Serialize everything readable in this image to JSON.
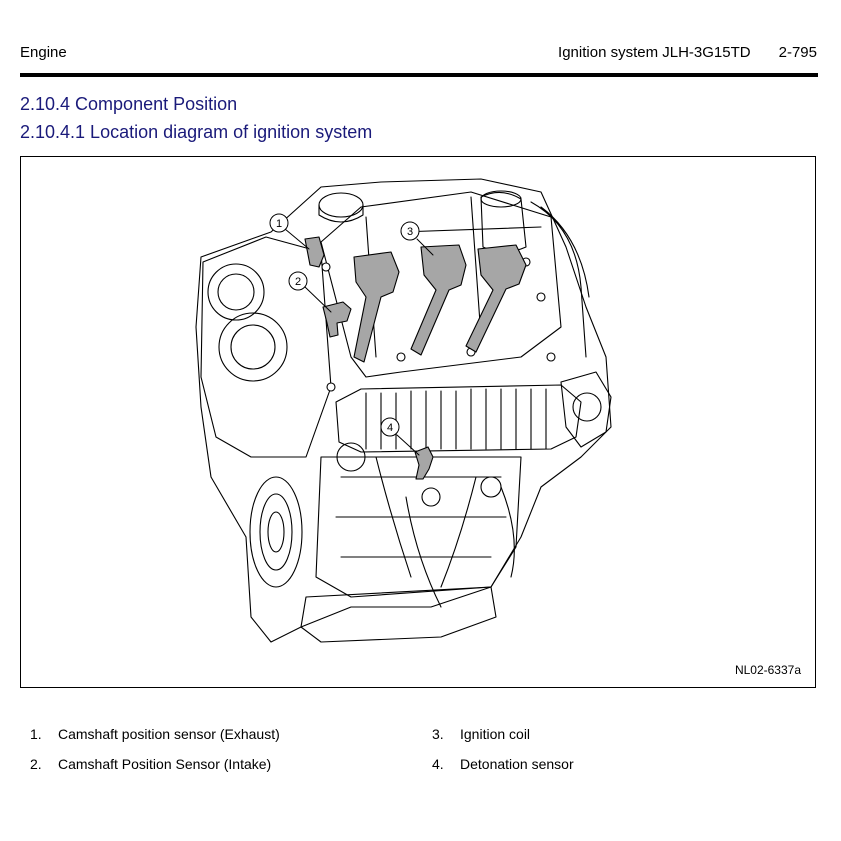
{
  "header": {
    "section": "Engine",
    "chapter": "Ignition system JLH-3G15TD",
    "page_number": "2-795"
  },
  "headings": {
    "h1": "2.10.4 Component Position",
    "h2": "2.10.4.1 Location diagram of ignition system"
  },
  "figure": {
    "code": "NL02-6337a",
    "callouts": [
      "1",
      "2",
      "3",
      "4"
    ]
  },
  "legend": [
    {
      "num": "1.",
      "text": "Camshaft position sensor (Exhaust)"
    },
    {
      "num": "2.",
      "text": "Camshaft Position Sensor (Intake)"
    },
    {
      "num": "3.",
      "text": "Ignition coil"
    },
    {
      "num": "4.",
      "text": "Detonation sensor"
    }
  ]
}
